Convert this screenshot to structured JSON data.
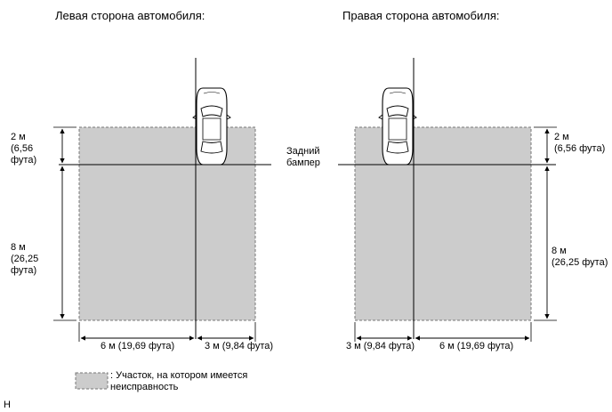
{
  "left_panel": {
    "title": "Левая сторона автомобиля:",
    "dim_top": "2 м\n(6,56\nфута)",
    "dim_side": "8 м\n(26,25\nфута)",
    "dim_bottom_wide": "6 м (19,69 фута)",
    "dim_bottom_narrow": "3 м (9,84 фута)"
  },
  "right_panel": {
    "title": "Правая сторона автомобиля:",
    "dim_top": "2 м\n(6,56 фута)",
    "dim_side": "8 м\n(26,25 фута)",
    "dim_bottom_narrow": "3 м (9,84 фута)",
    "dim_bottom_wide": "6 м (19,69 фута)"
  },
  "rear_bumper_label": "Задний\nбампер",
  "legend": {
    "text": ": Участок, на котором имеется\nнеисправность"
  },
  "figure_code": "H",
  "colors": {
    "zone_fill": "#cccccc",
    "zone_border": "#777777",
    "line": "#000000"
  }
}
